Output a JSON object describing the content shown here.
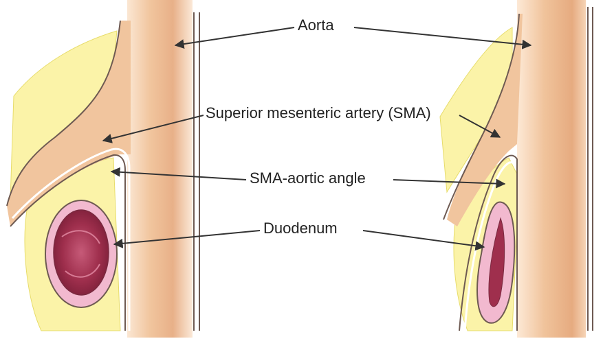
{
  "labels": {
    "aorta": "Aorta",
    "sma": "Superior mesenteric artery (SMA)",
    "angle": "SMA-aortic angle",
    "duodenum": "Duodenum"
  },
  "colors": {
    "vessel": "#f1c59e",
    "vessel_shade": "#e7ad80",
    "fat": "#fbf3a8",
    "fat_line": "#e7dc6a",
    "duodenum_wall": "#f2b9cf",
    "duodenum_lumen": "#a0304f",
    "outline": "#6e5a52",
    "arrow": "#333333"
  }
}
